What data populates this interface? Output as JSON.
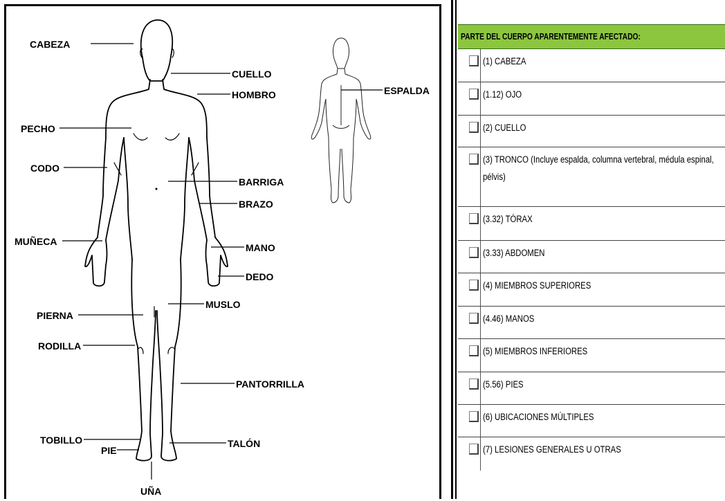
{
  "diagram": {
    "labels": {
      "cabeza": "CABEZA",
      "cuello": "CUELLO",
      "hombro": "HOMBRO",
      "espalda": "ESPALDA",
      "pecho": "PECHO",
      "codo": "CODO",
      "barriga": "BARRIGA",
      "brazo": "BRAZO",
      "muneca": "MUÑECA",
      "mano": "MANO",
      "dedo": "DEDO",
      "pierna": "PIERNA",
      "muslo": "MUSLO",
      "rodilla": "RODILLA",
      "pantorrilla": "PANTORRILLA",
      "tobillo": "TOBILLO",
      "pie": "PIE",
      "talon": "TALÓN",
      "una": "UÑA"
    }
  },
  "checklist": {
    "header": "PARTE DEL CUERPO APARENTEMENTE AFECTADO:",
    "items": [
      {
        "label": "(1) CABEZA",
        "checked": false
      },
      {
        "label": "(1.12) OJO",
        "checked": false
      },
      {
        "label": "(2) CUELLO",
        "checked": false
      },
      {
        "label": "(3) TRONCO (Incluye espalda, columna vertebral, médula espinal, pélvis)",
        "checked": false
      },
      {
        "label": "(3.32) TÓRAX",
        "checked": false
      },
      {
        "label": "(3.33) ABDOMEN",
        "checked": false
      },
      {
        "label": "(4) MIEMBROS SUPERIORES",
        "checked": false
      },
      {
        "label": "(4.46) MANOS",
        "checked": false
      },
      {
        "label": "(5) MIEMBROS INFERIORES",
        "checked": false
      },
      {
        "label": "(5.56) PIES",
        "checked": false
      },
      {
        "label": "(6) UBICACIONES MÚLTIPLES",
        "checked": false
      },
      {
        "label": "(7) LESIONES GENERALES U OTRAS",
        "checked": false
      }
    ]
  },
  "colors": {
    "header_green": "#8cc63f",
    "border": "#000000"
  }
}
